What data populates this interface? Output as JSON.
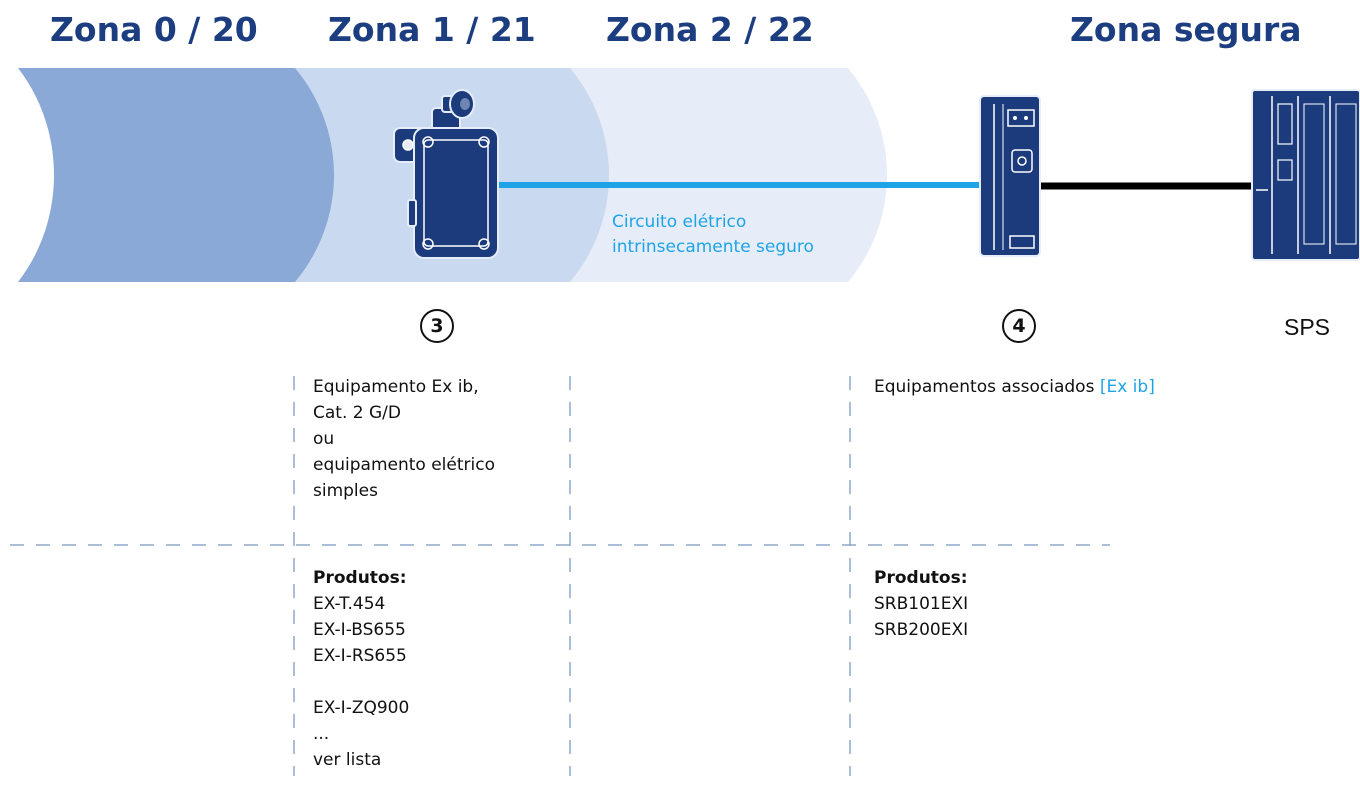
{
  "zones": [
    {
      "title": "Zona 0 / 20",
      "fill": "#8aa9d6"
    },
    {
      "title": "Zona 1 / 21",
      "fill": "#c9daf0"
    },
    {
      "title": "Zona 2 / 22",
      "fill": "#e6edf8"
    },
    {
      "title": "Zona segura"
    }
  ],
  "colors": {
    "title": "#1c3d80",
    "cable_is": "#1ea4e6",
    "cable_std": "#000000",
    "device": "#1b3b7d",
    "divider": "#8fa8c9"
  },
  "cable_label": {
    "line1": "Circuito elétrico",
    "line2": "intrinsecamente seguro"
  },
  "device3": {
    "number": "3",
    "icon": "position-switch-icon"
  },
  "device4": {
    "number": "4",
    "icon": "safety-relay-module-icon"
  },
  "sps": {
    "label": "SPS",
    "icon": "plc-icon"
  },
  "col3": {
    "desc": [
      "Equipamento Ex ib,",
      "Cat. 2 G/D",
      "ou",
      "equipamento elétrico",
      "simples"
    ],
    "products_label": "Produtos:",
    "products": [
      "EX-T.454",
      "EX-I-BS655",
      "EX-I-RS655"
    ],
    "products_more": [
      "EX-I-ZQ900",
      "...",
      "ver lista"
    ]
  },
  "col4": {
    "desc_prefix": "Equipamentos associados",
    "desc_highlight": "[Ex ib]",
    "products_label": "Produtos:",
    "products": [
      "SRB101EXI",
      "SRB200EXI"
    ]
  }
}
